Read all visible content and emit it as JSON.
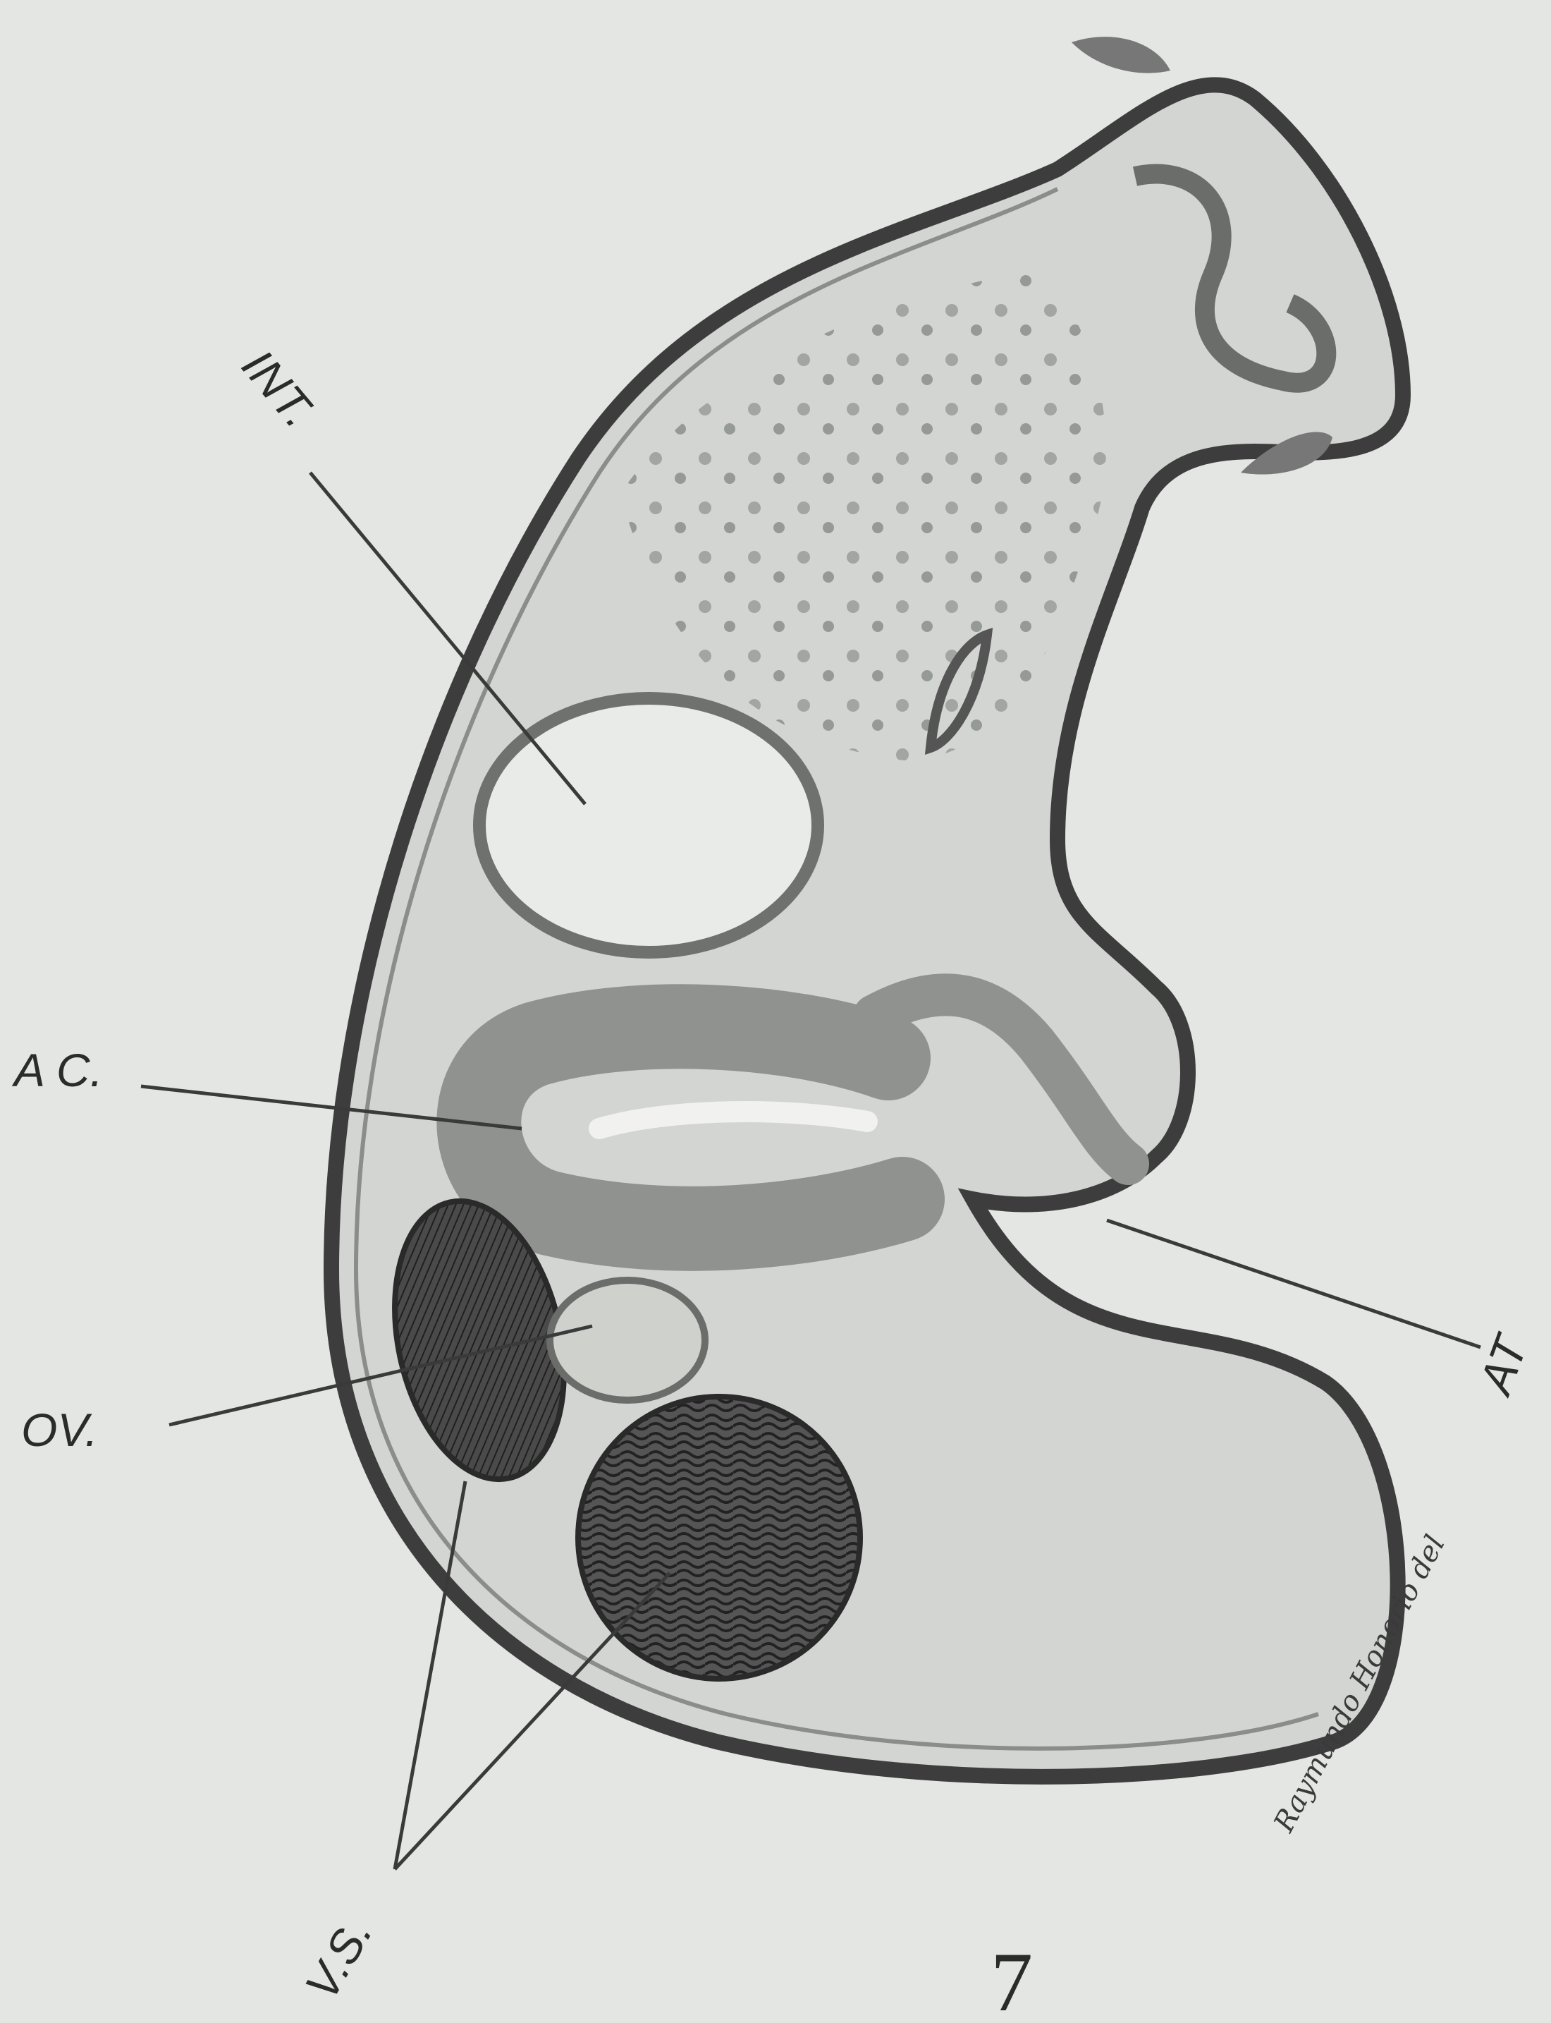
{
  "labels": {
    "intestine": "INT.",
    "acetabulum": "A C.",
    "ovary": "OV.",
    "atrium": "AT",
    "vitelline": "V.S."
  },
  "signature": "Raymundo Honorio del",
  "figure_number": "7",
  "colors": {
    "background": "#e3e6e2",
    "outline": "#3d3d3d",
    "tissue": "#c9ccc8",
    "dark_organ": "#4d4d4d"
  }
}
